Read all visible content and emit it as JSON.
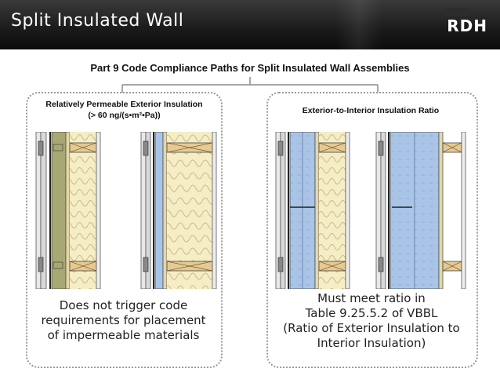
{
  "header": {
    "title": "Split Insulated Wall",
    "logo": "RDH"
  },
  "subtitle": "Part 9 Code Compliance Paths for Split Insulated Wall Assemblies",
  "left_panel": {
    "title_line1": "Relatively Permeable Exterior Insulation",
    "title_line2": "(> 60 ng/(s•m²•Pa))",
    "caption_lines": [
      "Does not trigger code",
      "requirements for placement",
      "of impermeable materials"
    ]
  },
  "right_panel": {
    "title": "Exterior-to-Interior Insulation Ratio",
    "caption_lines": [
      "Must meet ratio in",
      "Table 9.25.5.2 of VBBL",
      "(Ratio of Exterior Insulation to",
      "Interior Insulation)"
    ]
  },
  "colors": {
    "header_bg": "#1a1a1a",
    "mineral_wool": "#a7a873",
    "rigid_blue": "#a9c4e6",
    "batt_insulation": "#f5edc4",
    "stud_wood": "#e8c98e"
  }
}
